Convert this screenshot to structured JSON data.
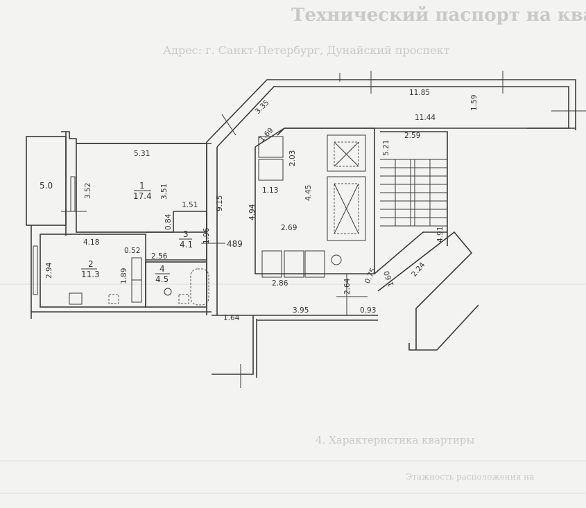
{
  "document": {
    "title": "Технический паспорт на квартиру",
    "address": "Адрес: г. Санкт-Петербург, Дунайский проспект",
    "section4": "4. Характеристика квартиры",
    "row_label": "Этажность расположения на"
  },
  "rooms": [
    {
      "number": "1",
      "area": "17.4"
    },
    {
      "number": "2",
      "area": "11.3"
    },
    {
      "number": "3",
      "area": "4.1"
    },
    {
      "number": "4",
      "area": "4.5"
    }
  ],
  "balcony_area": "5.0",
  "apartment_marker": "489",
  "dims": [
    "3.35",
    "11.85",
    "1.59",
    "11.44",
    "2.59",
    "5.21",
    "4.91",
    "1.69",
    "2.03",
    "1.13",
    "4.45",
    "4.94",
    "2.69",
    "2.86",
    "2.64",
    "0.75",
    "1.60",
    "2.24",
    "0.93",
    "3.95",
    "1.64",
    "5.31",
    "3.52",
    "3.51",
    "1.51",
    "0.84",
    "9.15",
    "1.96",
    "4.18",
    "0.52",
    "2.56",
    "2.94",
    "1.89"
  ]
}
